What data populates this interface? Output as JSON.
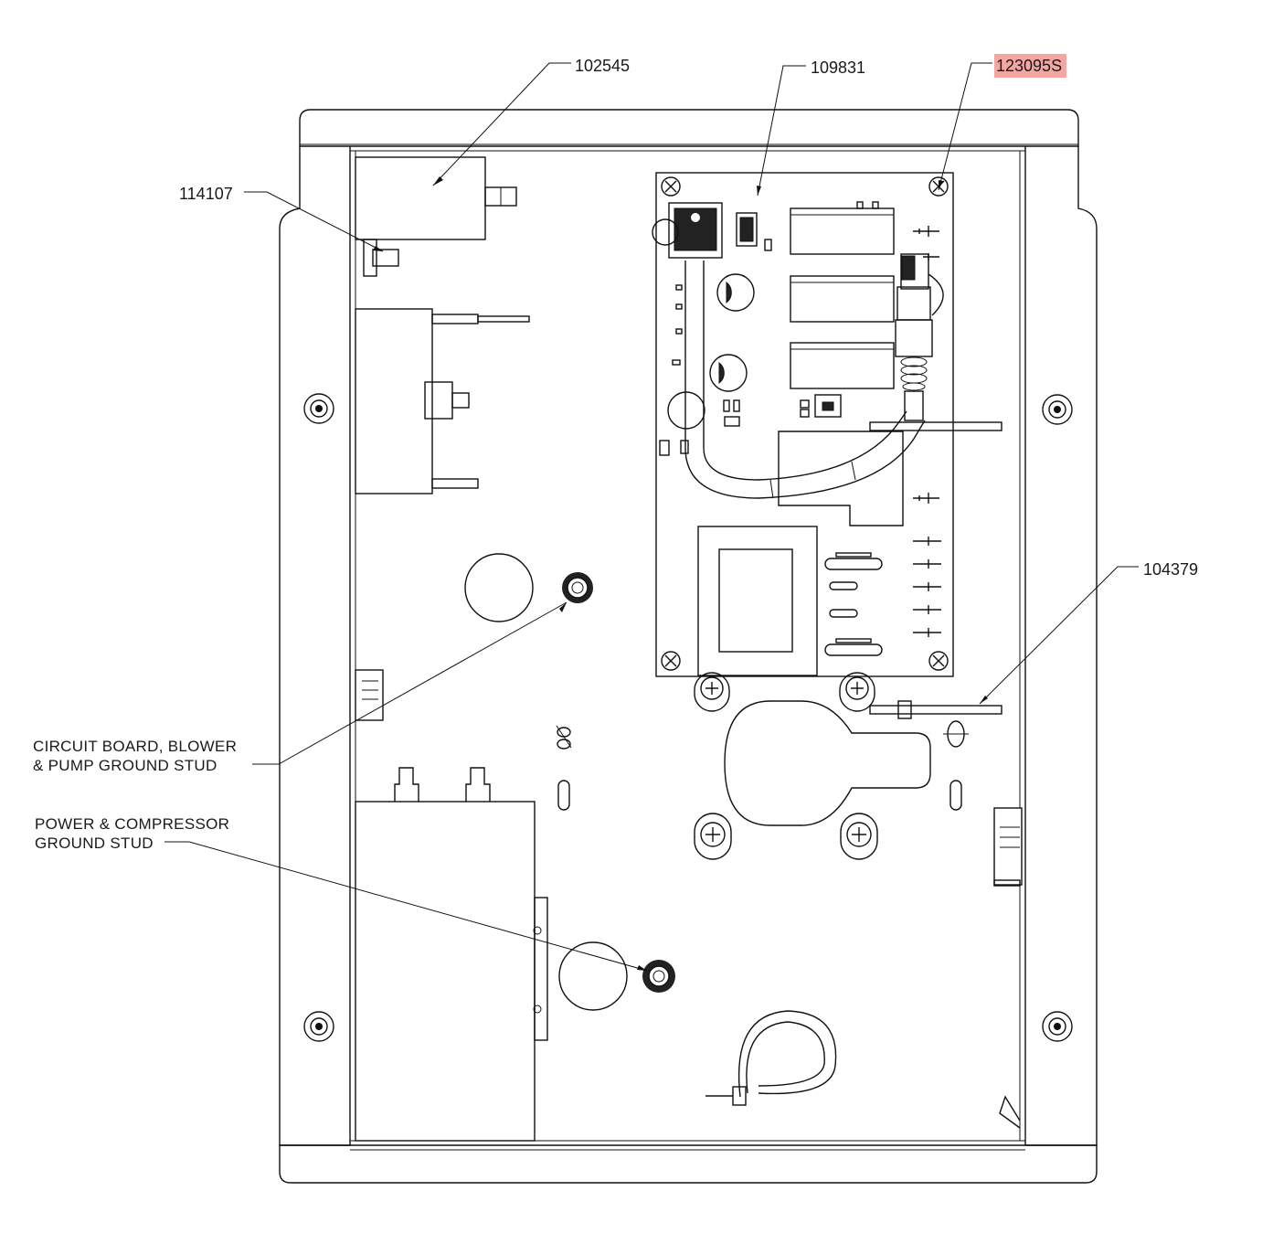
{
  "callouts": {
    "p102545": "102545",
    "p109831": "109831",
    "p123095s": "123095S",
    "p114107": "114107",
    "p104379": "104379"
  },
  "notes": {
    "circuit_ground_line1": "CIRCUIT BOARD, BLOWER",
    "circuit_ground_line2": "& PUMP GROUND STUD",
    "power_ground_line1": "POWER & COMPRESSOR",
    "power_ground_line2": "GROUND STUD"
  },
  "colors": {
    "highlight": "#f4a6a3",
    "line": "#111111"
  }
}
